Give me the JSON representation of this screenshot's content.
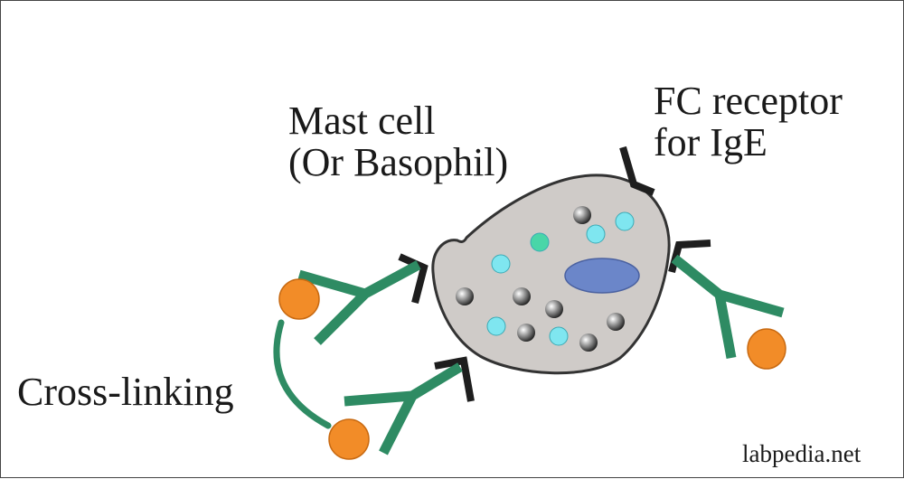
{
  "labels": {
    "mast_cell_line1": "Mast cell",
    "mast_cell_line2": "(Or Basophil)",
    "fc_receptor_line1": "FC receptor",
    "fc_receptor_line2": "for IgE",
    "cross_linking": "Cross-linking"
  },
  "credit": "labpedia.net",
  "colors": {
    "cell_fill": "#cfcbc8",
    "cell_outline": "#333333",
    "nucleus": "#6b86c9",
    "antibody": "#2e8b63",
    "antigen": "#f28c28",
    "receptor": "#1e1e1e",
    "granule_cyan": "#7fe6f0",
    "granule_green": "#49d6a8",
    "granule_dark": "#2a2a2a"
  },
  "icons": [
    "receptor-icon",
    "antibody-icon",
    "antigen-icon",
    "granule-icon"
  ]
}
